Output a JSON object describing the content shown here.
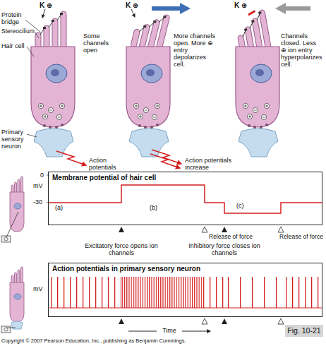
{
  "diagram": {
    "nodes": [
      {
        "text": [
          "Membrane potential of hair cell"
        ]
      },
      {
        "text": [
          "Action potentials in primary sensory neuron"
        ]
      },
      {
        "text": [
          "Fig. 10-21"
        ]
      }
    ],
    "labels": [
      "K ⊕",
      "Protein bridge",
      "Stereocilium",
      "Hair cell",
      "Some channels open",
      "Primary sensory neuron",
      "Action potentials",
      "K ⊕",
      "More channels open. More ⊕ entry depolarizes cell.",
      "Action potentials increase",
      "K ⊕",
      "Channels closed. Less ⊕ ion entry hyperpolarizes cell.",
      "0",
      "mV",
      "-30",
      "(a)",
      "(b)",
      "(c)",
      "Excitatory force opens ion channels",
      "Release of force",
      "Inhibitory force closes ion channels",
      "Release of force",
      "mV",
      "Time",
      "Copyright © 2007 Pearson Education, Inc., publishing as Benjamin Cummings."
    ]
  }
}
